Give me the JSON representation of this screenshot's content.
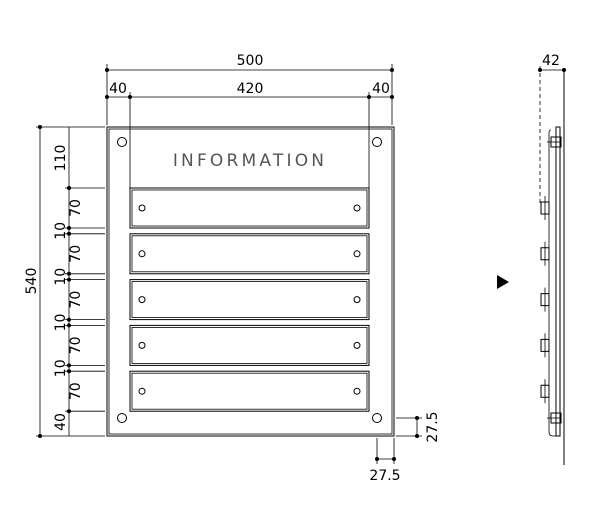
{
  "panel": {
    "title": "INFORMATION",
    "slot_count": 5
  },
  "dimensions": {
    "overall_width": "500",
    "left_margin": "40",
    "inner_width": "420",
    "right_margin": "40",
    "overall_height": "540",
    "top_section": "110",
    "slot_heights": [
      "70",
      "70",
      "70",
      "70",
      "70"
    ],
    "gaps": [
      "10",
      "10",
      "10",
      "10"
    ],
    "bottom_section": "40",
    "hole_offset_x": "27.5",
    "hole_offset_y": "27.5",
    "depth": "42"
  },
  "colors": {
    "line": "#000000",
    "title": "#555555"
  },
  "icons": {
    "view_indicator": "right-pointing-triangle"
  }
}
